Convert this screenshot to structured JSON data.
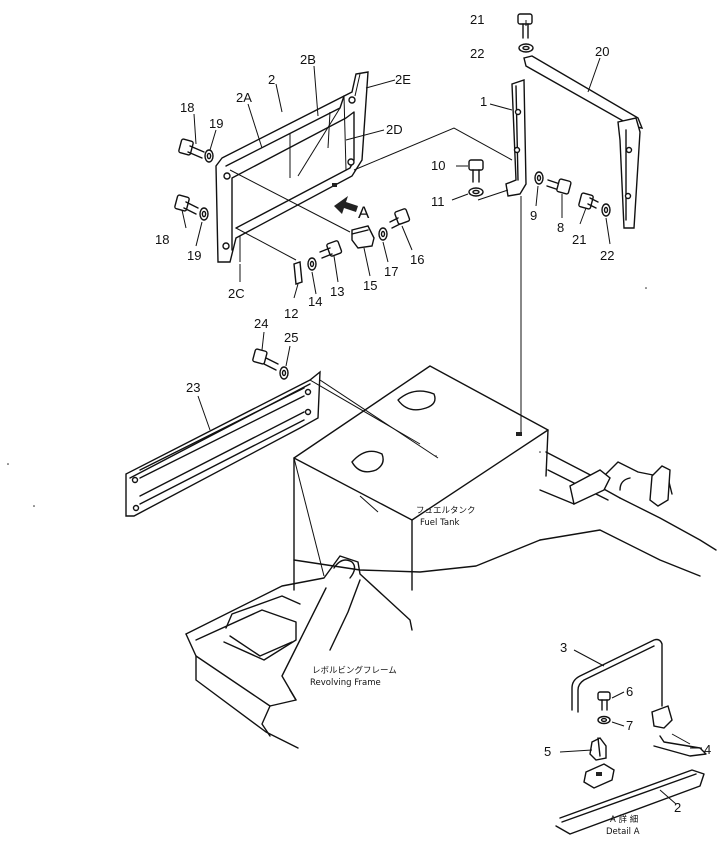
{
  "labels": {
    "l21a": "21",
    "l22a": "22",
    "l20": "20",
    "l2E": "2E",
    "l2B": "2B",
    "l2": "2",
    "l2A": "2A",
    "l1": "1",
    "l18a": "18",
    "l19a": "19",
    "l2D": "2D",
    "l10": "10",
    "l11": "11",
    "l9": "9",
    "l8": "8",
    "l21b": "21",
    "l22b": "22",
    "lA": "A",
    "l18b": "18",
    "l19b": "19",
    "l16": "16",
    "l17": "17",
    "l15": "15",
    "l13": "13",
    "l14": "14",
    "l12": "12",
    "l2C": "2C",
    "l24": "24",
    "l25": "25",
    "l23": "23",
    "l3": "3",
    "l6": "6",
    "l7": "7",
    "l5": "5",
    "l4": "4",
    "l2d": "2"
  },
  "captions": {
    "fuel_tank_jp": "フュエルタンク",
    "fuel_tank_en": "Fuel Tank",
    "revolving_frame_jp": "レボルビングフレーム",
    "revolving_frame_en": "Revolving Frame",
    "detail_jp": "A 詳 細",
    "detail_en": "Detail A"
  }
}
